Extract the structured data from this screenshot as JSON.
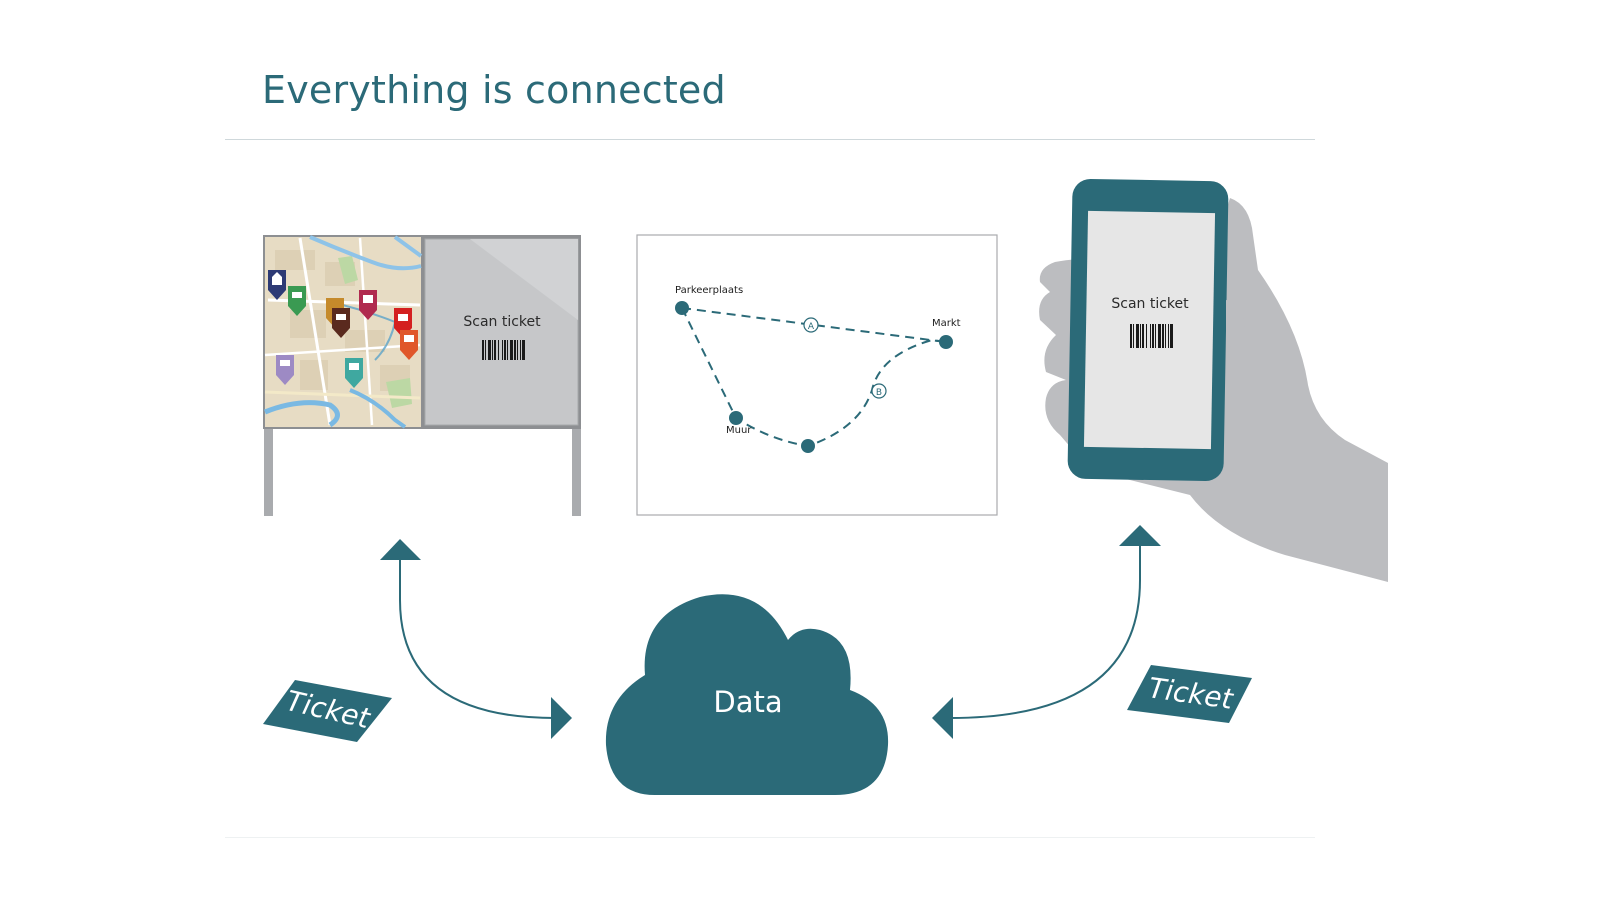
{
  "title": "Everything is connected",
  "colors": {
    "accent": "#2b6a78",
    "rule": "#cfd8db",
    "screen": "#e6e6e6",
    "hand": "#bcbdc0"
  },
  "kiosk": {
    "screen_label": "Scan ticket",
    "icons": [
      "barcode-icon",
      "map-pin-icon"
    ]
  },
  "route_map": {
    "points": {
      "start": "Parkeerplaats",
      "end": "Markt",
      "middle": "Muur"
    },
    "routes": [
      "A",
      "B"
    ]
  },
  "phone": {
    "screen_label": "Scan ticket"
  },
  "cloud": {
    "label": "Data"
  },
  "tickets": {
    "left": "Ticket",
    "right": "Ticket"
  }
}
